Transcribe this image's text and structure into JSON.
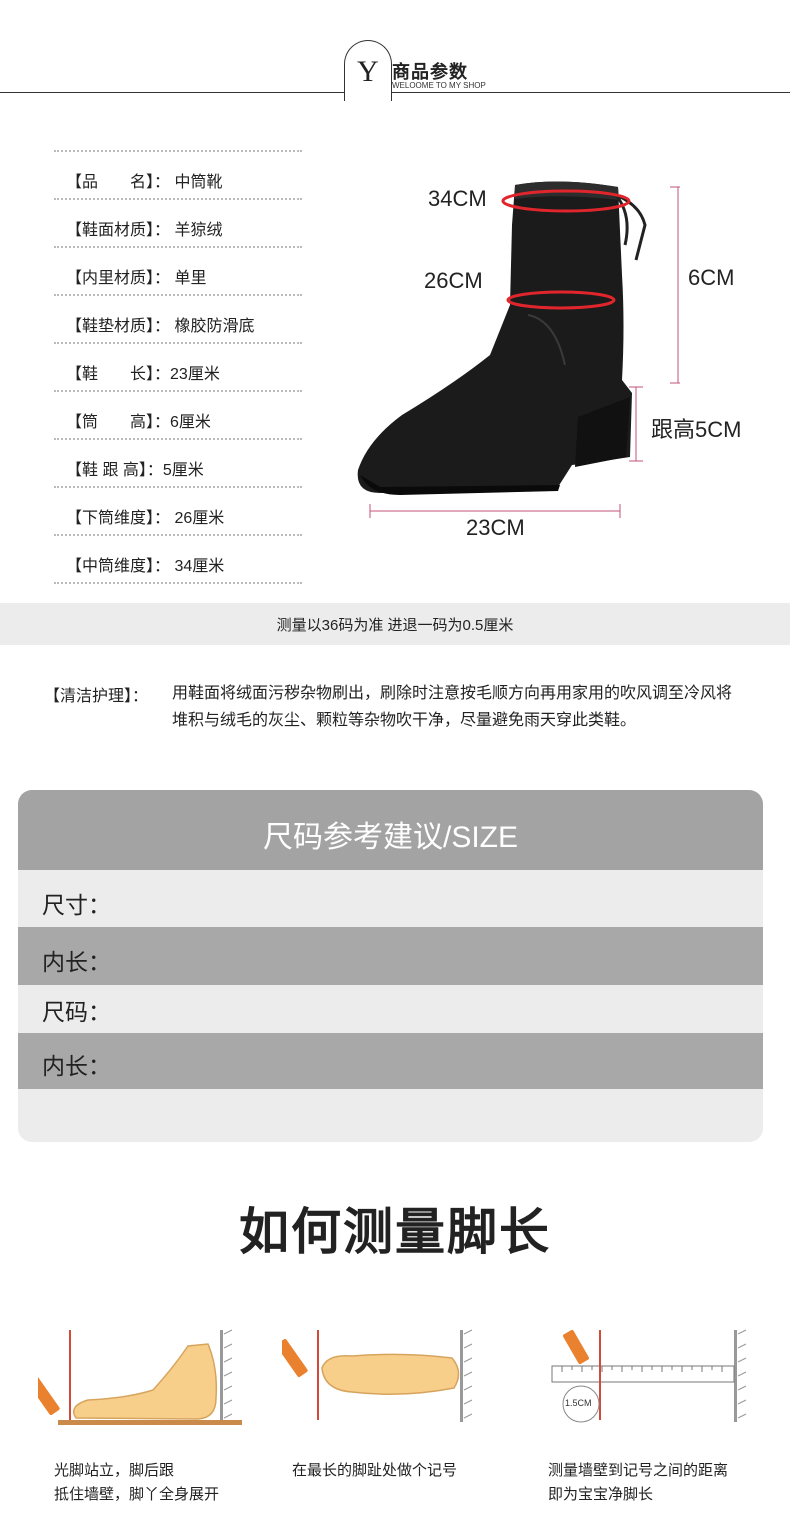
{
  "header": {
    "title": "商品参数",
    "subtitle": "WELOOME TO MY SHOP"
  },
  "params": [
    {
      "label": "【品　　名】：",
      "value": "中筒靴"
    },
    {
      "label": "【鞋面材质】：",
      "value": "羊猄绒"
    },
    {
      "label": "【内里材质】：",
      "value": "单里"
    },
    {
      "label": "【鞋垫材质】：",
      "value": "橡胶防滑底"
    },
    {
      "label": "【鞋　　长】：",
      "value": "23厘米"
    },
    {
      "label": "【筒　　高】：",
      "value": "6厘米"
    },
    {
      "label": "【鞋 跟 高】：",
      "value": "5厘米"
    },
    {
      "label": "【下筒维度】：",
      "value": "26厘米"
    },
    {
      "label": "【中筒维度】：",
      "value": "34厘米"
    }
  ],
  "measurements": {
    "top_circ": "34CM",
    "lower_circ": "26CM",
    "shaft_height": "6CM",
    "heel_height": "跟高5CM",
    "length": "23CM"
  },
  "notice": "测量以36码为准 进退一码为0.5厘米",
  "care": {
    "label": "【清洁护理】：",
    "text": "用鞋面将绒面污秽杂物刷出，刷除时注意按毛顺方向再用家用的吹风调至冷风将堆积与绒毛的灰尘、颗粒等杂物吹干净，尽量避免雨天穿此类鞋。"
  },
  "size_table": {
    "title": "尺码参考建议/SIZE",
    "rows": [
      "尺寸：",
      "内长：",
      "尺码：",
      "内长：",
      ""
    ]
  },
  "measure_section": {
    "title": "如何测量脚长",
    "steps": [
      {
        "line1": "光脚站立，脚后跟",
        "line2": "抵住墙壁，脚丫全身展开"
      },
      {
        "line1": "在最长的脚趾处做个记号",
        "line2": ""
      },
      {
        "line1": "测量墙壁到记号之间的距离",
        "line2": "即为宝宝净脚长"
      }
    ],
    "ruler_label": "1.5CM"
  },
  "colors": {
    "accent_red": "#e0262c",
    "table_head": "#a3a3a3",
    "table_dark_row": "#a8a8a8",
    "table_light_row": "#ececec"
  }
}
